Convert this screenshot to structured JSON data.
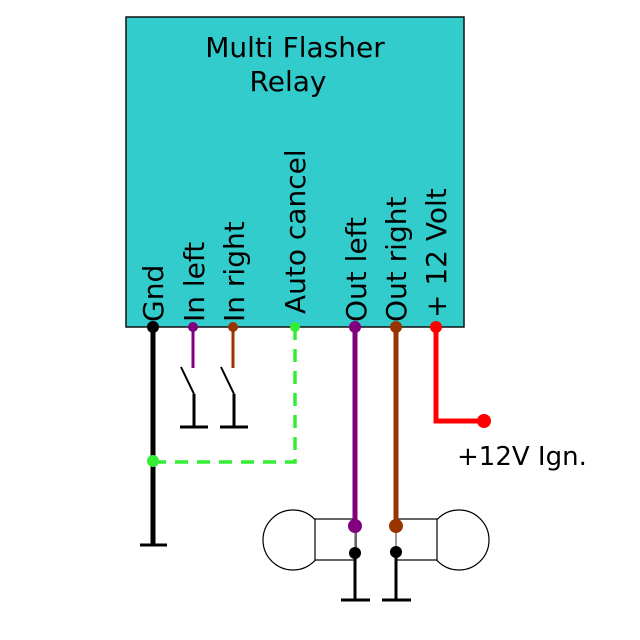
{
  "relay": {
    "title_line1": "Multi Flasher",
    "title_line2": "Relay",
    "fill_color": "#33CCCC"
  },
  "pins": [
    {
      "id": "gnd",
      "label": "Gnd",
      "color": "#000000"
    },
    {
      "id": "in-left",
      "label": "In left",
      "color": "#800080"
    },
    {
      "id": "in-right",
      "label": "In right",
      "color": "#993300"
    },
    {
      "id": "auto-cancel",
      "label": "Auto cancel",
      "color": "#33EE33"
    },
    {
      "id": "out-left",
      "label": "Out left",
      "color": "#800080"
    },
    {
      "id": "out-right",
      "label": "Out right",
      "color": "#993300"
    },
    {
      "id": "plus-12v",
      "label": "+ 12 Volt",
      "color": "#FF0000"
    }
  ],
  "ignition": {
    "label": "+12V Ign."
  },
  "colors": {
    "ground": "#000000",
    "purple": "#800080",
    "brown": "#993300",
    "green": "#33EE33",
    "red": "#FF0000",
    "bulb_outline": "#000000"
  }
}
